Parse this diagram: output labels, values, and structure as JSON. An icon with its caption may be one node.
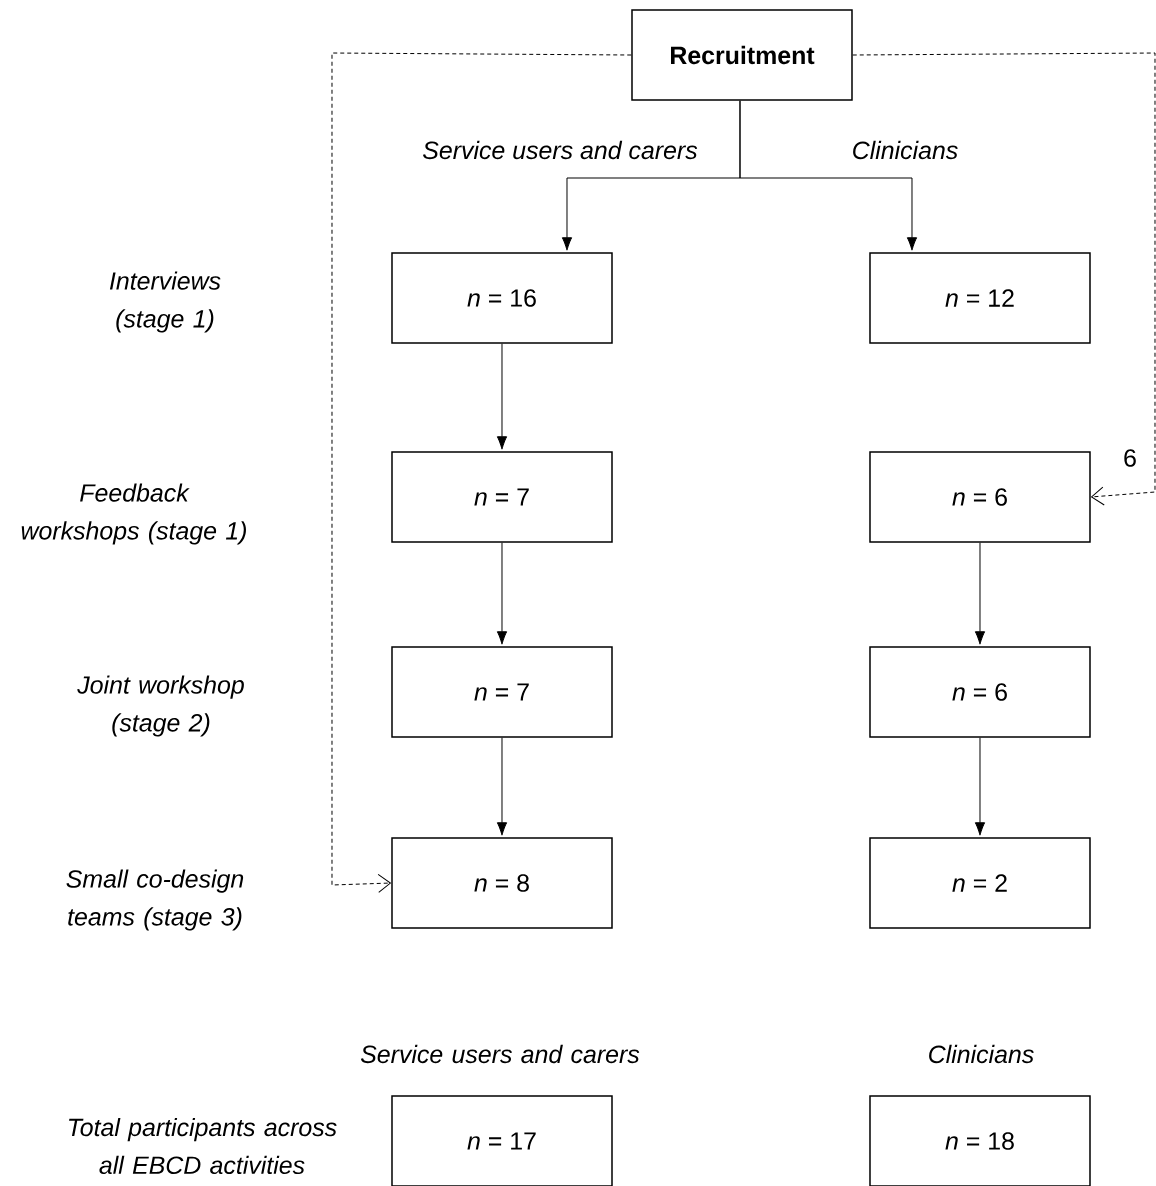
{
  "diagram": {
    "nodes": [
      {
        "text": [
          "Recruitment"
        ]
      },
      {
        "text": [
          "*n* = 16"
        ]
      },
      {
        "text": [
          "*n* = 12"
        ]
      },
      {
        "text": [
          "*n* = 7"
        ]
      },
      {
        "text": [
          "*n* = 6"
        ]
      },
      {
        "text": [
          "*n* = 7"
        ]
      },
      {
        "text": [
          "*n* = 6"
        ]
      },
      {
        "text": [
          "*n* = 8"
        ]
      },
      {
        "text": [
          "*n* = 2"
        ]
      },
      {
        "text": [
          "*n* = 17"
        ]
      },
      {
        "text": [
          "*n* = 18"
        ]
      }
    ],
    "edges": [
      {
        "from": 0,
        "to": 1,
        "arrow": "to",
        "label": "Service users and carers"
      },
      {
        "from": 0,
        "to": 2,
        "arrow": "to",
        "label": "Clinicians"
      },
      {
        "from": 0,
        "to": 4,
        "arrow": "to",
        "label": "6",
        "style": "dashed"
      },
      {
        "from": 0,
        "to": 7,
        "arrow": "to",
        "style": "dashed"
      },
      {
        "from": 1,
        "to": 3,
        "arrow": "to"
      },
      {
        "from": 3,
        "to": 5,
        "arrow": "to"
      },
      {
        "from": 5,
        "to": 7,
        "arrow": "to"
      },
      {
        "from": 4,
        "to": 6,
        "arrow": "to"
      },
      {
        "from": 6,
        "to": 8,
        "arrow": "to"
      }
    ],
    "labels": [
      "Interviews (stage 1)",
      "Feedback workshops (stage 1)",
      "Joint workshop (stage 2)",
      "Small co-design teams (stage 3)",
      "Service users and carers",
      "Clinicians",
      "Total participants across all EBCD activities"
    ]
  }
}
